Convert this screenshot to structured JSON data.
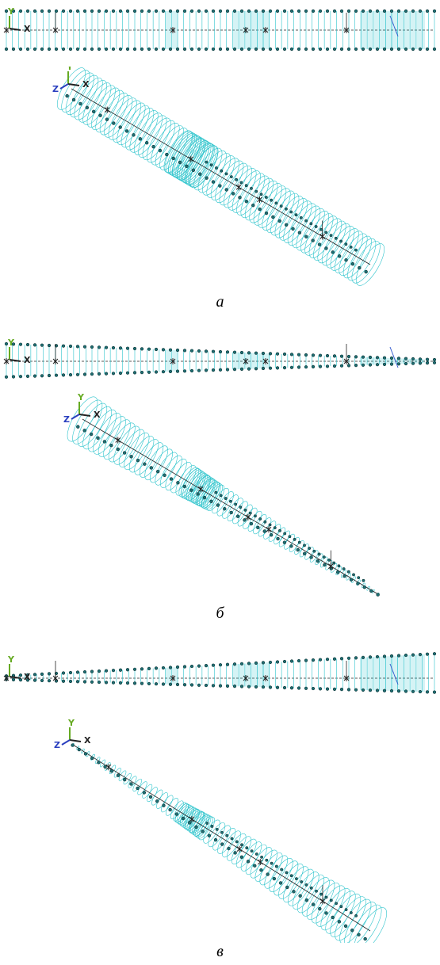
{
  "captions": {
    "a": "а",
    "b": "б",
    "v": "в"
  },
  "axes": {
    "x": "X",
    "y": "Y",
    "z": "Z"
  },
  "colors": {
    "wire": "#2ec4cc",
    "node": "#1f6f73",
    "line": "#222222",
    "axis_y": "#66aa22",
    "axis_z": "#2a3fbf",
    "accent": "#3a5fd0"
  },
  "figure": {
    "variants": [
      {
        "id": "a",
        "shape": "cylinder",
        "r_start": 1,
        "r_end": 1
      },
      {
        "id": "b",
        "shape": "taper",
        "r_start": 1,
        "r_end": 0.06
      },
      {
        "id": "v",
        "shape": "taper",
        "r_start": 0.06,
        "r_end": 1
      }
    ]
  }
}
